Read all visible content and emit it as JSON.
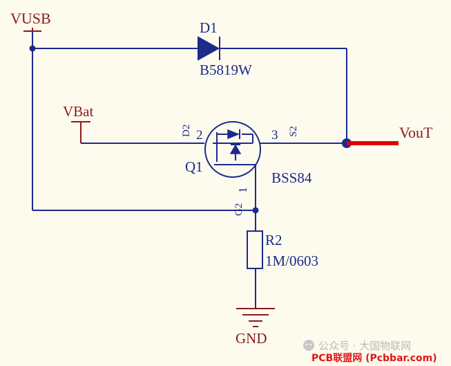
{
  "nets": {
    "vusb": "VUSB",
    "vbat": "VBat",
    "vout": "VouT",
    "gnd": "GND"
  },
  "d1": {
    "ref": "D1",
    "value": "B5819W"
  },
  "q1": {
    "ref": "Q1",
    "value": "BSS84",
    "pin2_num": "2",
    "pin2_name": "D2",
    "pin3_num": "3",
    "pin3_name": "S2",
    "pin1_num": "1",
    "pin1_name": "G2"
  },
  "r2": {
    "ref": "R2",
    "value": "1M/0603"
  },
  "watermark": {
    "wechat": "公众号 · 大国物联网",
    "site": "PCB联盟网 (Pcbbar.com)"
  },
  "colors": {
    "wire": "#1c2a8c",
    "net_label": "#8b1a1a",
    "highlight": "#e00000",
    "background": "#fdfbee"
  }
}
